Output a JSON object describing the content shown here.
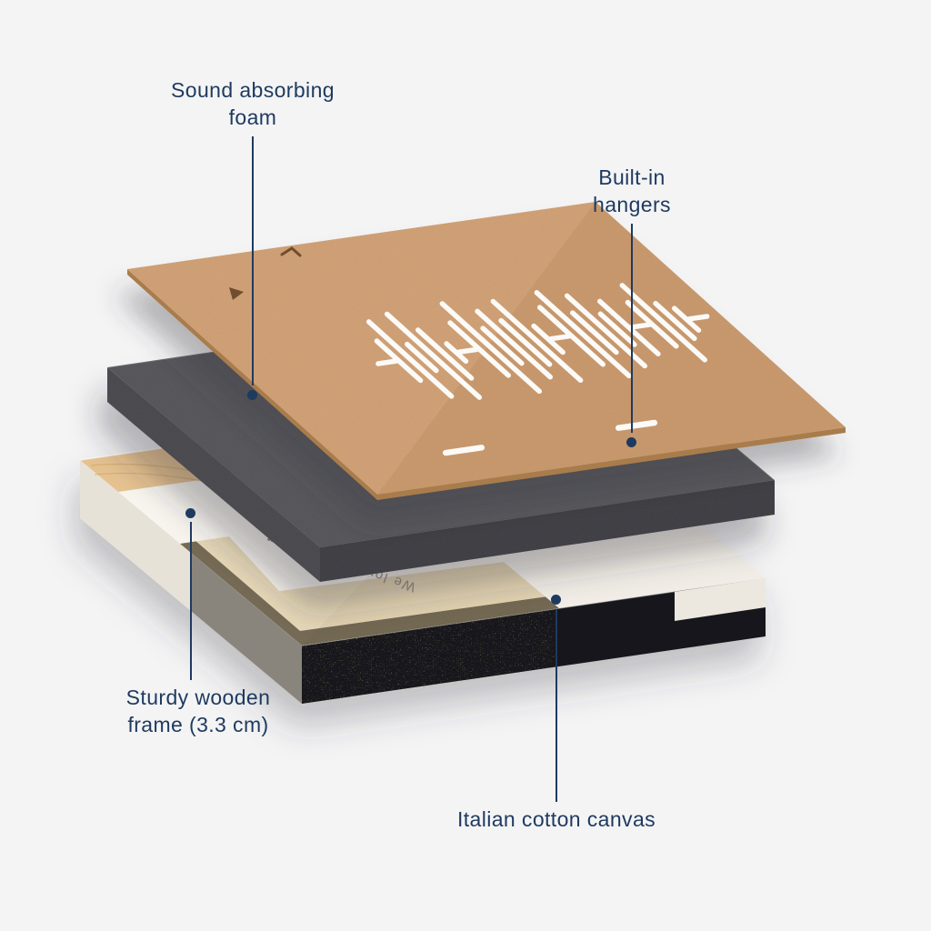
{
  "page": {
    "background": "#f4f4f5"
  },
  "accent_color": "#1e3a5f",
  "callouts": [
    {
      "line1": "Sound absorbing",
      "line2": "foam"
    },
    {
      "line1": "Built-in",
      "line2": "hangers"
    },
    {
      "line1": "Sturdy wooden",
      "line2": "frame (3.3 cm)"
    },
    {
      "line1": "Italian cotton canvas",
      "line2": ""
    }
  ],
  "diagram": {
    "canvas_inscription": "We love you Millie ♥",
    "soundwave_pattern": [
      0,
      0.45,
      0.85,
      0.3,
      0.95,
      0.55,
      0.2,
      0,
      0.6,
      1,
      0.4,
      0.75,
      0.5,
      0.9,
      0.3,
      0,
      0.65,
      0.95,
      0.45,
      0.8,
      0.35,
      0.6,
      0,
      0.5,
      0.85,
      0.4,
      0.25,
      0
    ],
    "hanger_slots": [
      [
        130,
        325
      ],
      [
        322,
        325
      ]
    ]
  },
  "colors": {
    "board_top": "#d3a276",
    "board_edge": "#a97b4b",
    "foam_top": "#515156",
    "foam_side_left": "#45454a",
    "foam_side_front": "#3a3a3f",
    "canvas_top": "#f8f5ef",
    "canvas_side_left": "#e7e2d8",
    "canvas_side_front": "#17181b",
    "canvas_wrap": "#ece8e0",
    "wood": "#e6c291",
    "gold": "#bb923c",
    "slit": "#fbfaf7"
  }
}
